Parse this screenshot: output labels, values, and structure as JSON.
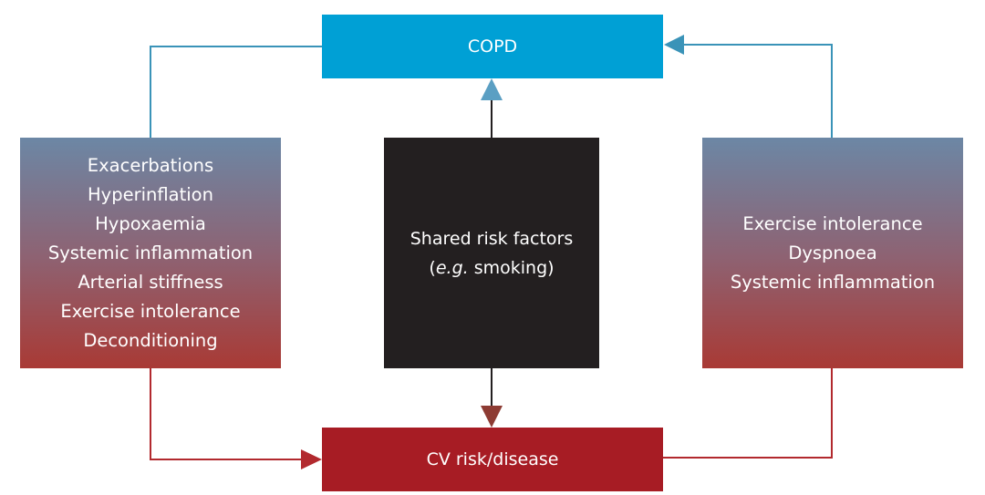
{
  "nodes": {
    "copd": {
      "label": "COPD"
    },
    "cv": {
      "label": "CV risk/disease"
    },
    "shared": {
      "line1": "Shared risk factors",
      "open_paren": "(",
      "example_italic": "e.g.",
      "example_rest": " smoking)"
    },
    "left": {
      "items": [
        "Exacerbations",
        "Hyperinflation",
        "Hypoxaemia",
        "Systemic inflammation",
        "Arterial stiffness",
        "Exercise intolerance",
        "Deconditioning"
      ]
    },
    "right": {
      "items": [
        "Exercise intolerance",
        "Dyspnoea",
        "Systemic inflammation"
      ]
    }
  },
  "colors": {
    "copd": "#00a0d5",
    "cv": "#a71c24",
    "shared": "#231f20",
    "blue_connector": "#3a93b8",
    "red_connector": "#b2292e",
    "arrow_up": "#5b9fc3",
    "arrow_down": "#8d3b33"
  }
}
